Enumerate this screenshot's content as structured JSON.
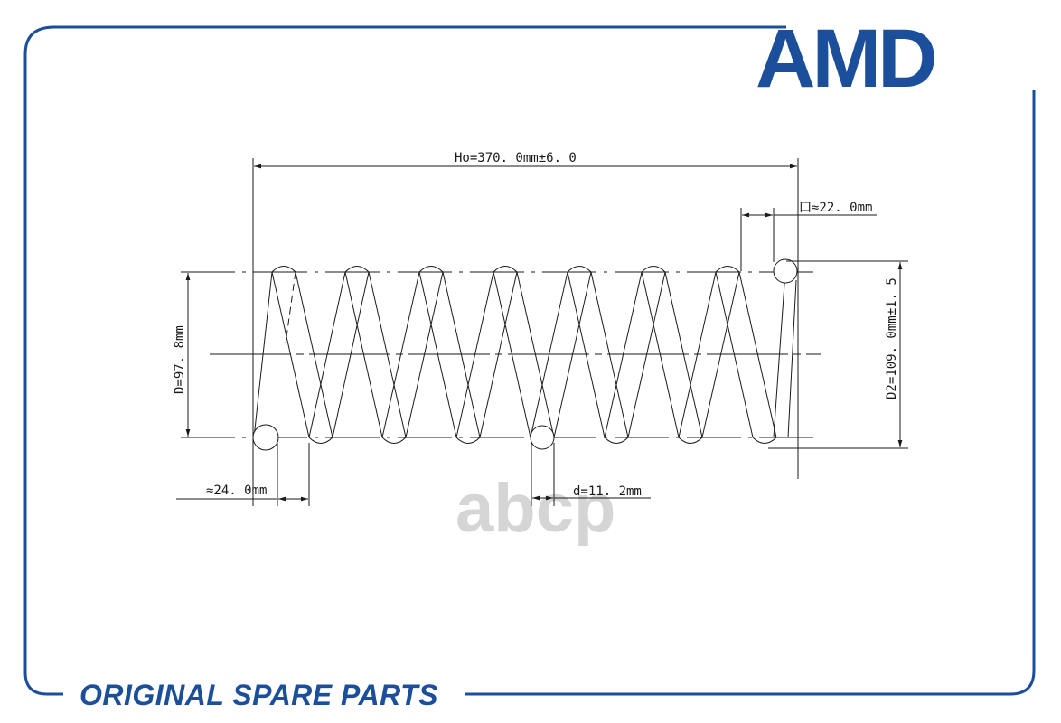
{
  "brand": {
    "logo_text": "AMD",
    "footer_text": "ORIGINAL SPARE PARTS",
    "primary_color": "#1b4f9c"
  },
  "watermark": {
    "text": "abcp",
    "color": "#d5d5d5"
  },
  "spring": {
    "free_length_label": "Ho=370. 0mm±6. 0",
    "pitch_end_label": "口≈22. 0mm",
    "mean_diameter_label": "D=97. 8mm",
    "outer_diameter_label": "D2=109. 0mm±1. 5",
    "end_gap_label": "≈24. 0mm",
    "wire_diameter_label": "d=11. 2mm"
  }
}
